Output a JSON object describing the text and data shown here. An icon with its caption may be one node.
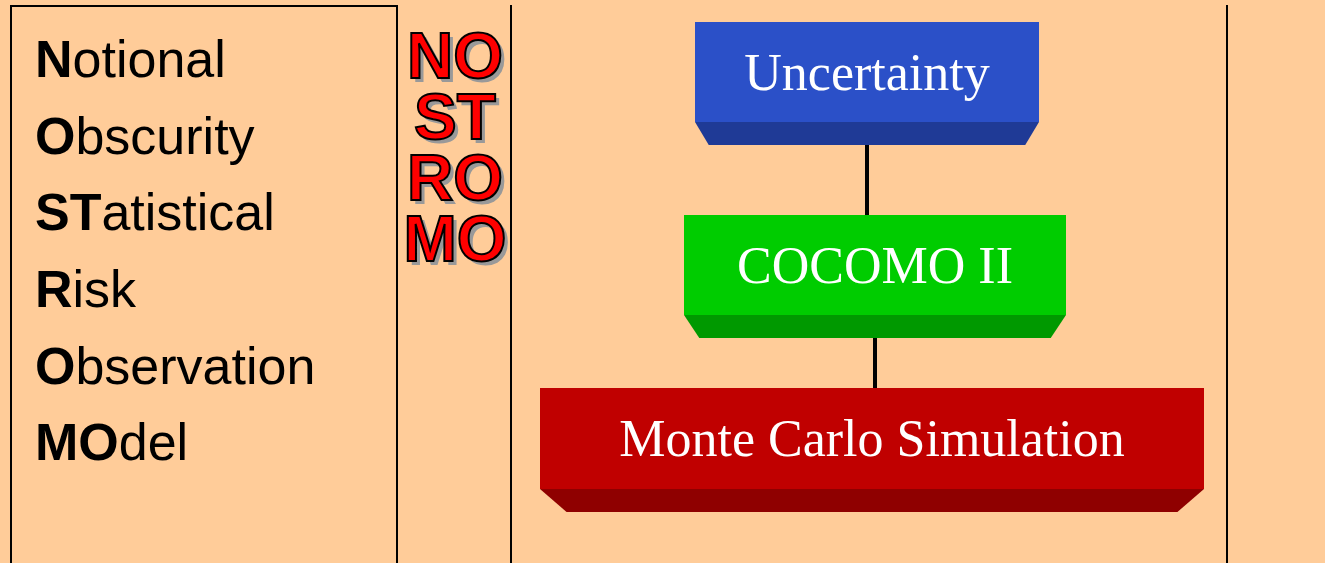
{
  "diagram": {
    "nodes": [
      {
        "text": [
          "Uncertainty"
        ]
      },
      {
        "text": [
          "COCOMO II"
        ]
      },
      {
        "text": [
          "Monte Carlo Simulation"
        ]
      }
    ],
    "edges": [
      {
        "from": 0,
        "to": 1,
        "arrow": "none"
      },
      {
        "from": 1,
        "to": 2,
        "arrow": "none"
      }
    ],
    "labels": [
      "**N**otional",
      "**O**bscurity",
      "**ST**atistical",
      "**R**isk",
      "**O**bservation",
      "**MO**del",
      "NOSTROMO"
    ]
  }
}
